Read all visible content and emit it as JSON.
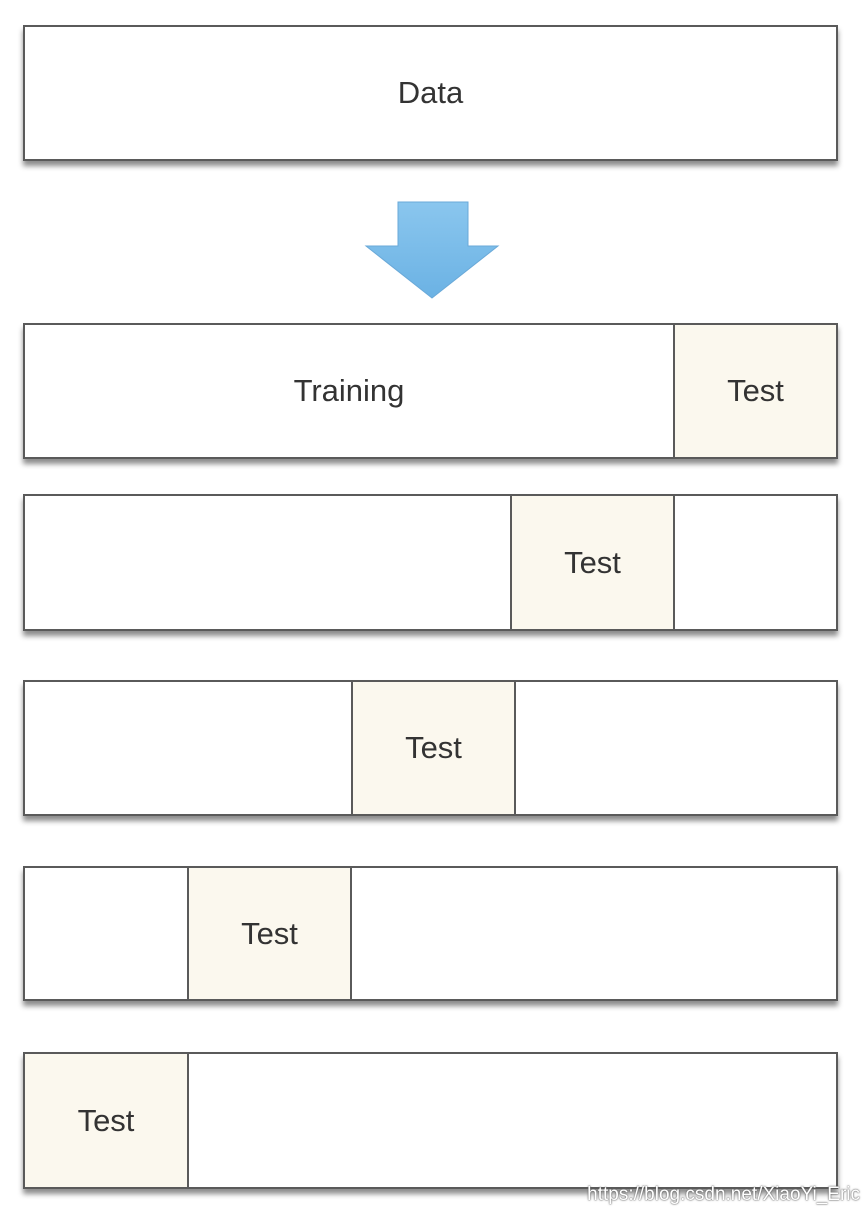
{
  "data_label": "Data",
  "arrow_color": "#7dbde9",
  "test_color": "#fbf8ee",
  "folds": [
    {
      "training_label": "Training",
      "test_label": "Test"
    },
    {
      "test_label": "Test"
    },
    {
      "test_label": "Test"
    },
    {
      "test_label": "Test"
    },
    {
      "test_label": "Test"
    }
  ],
  "watermark": "https://blog.csdn.net/XiaoYi_Eric"
}
